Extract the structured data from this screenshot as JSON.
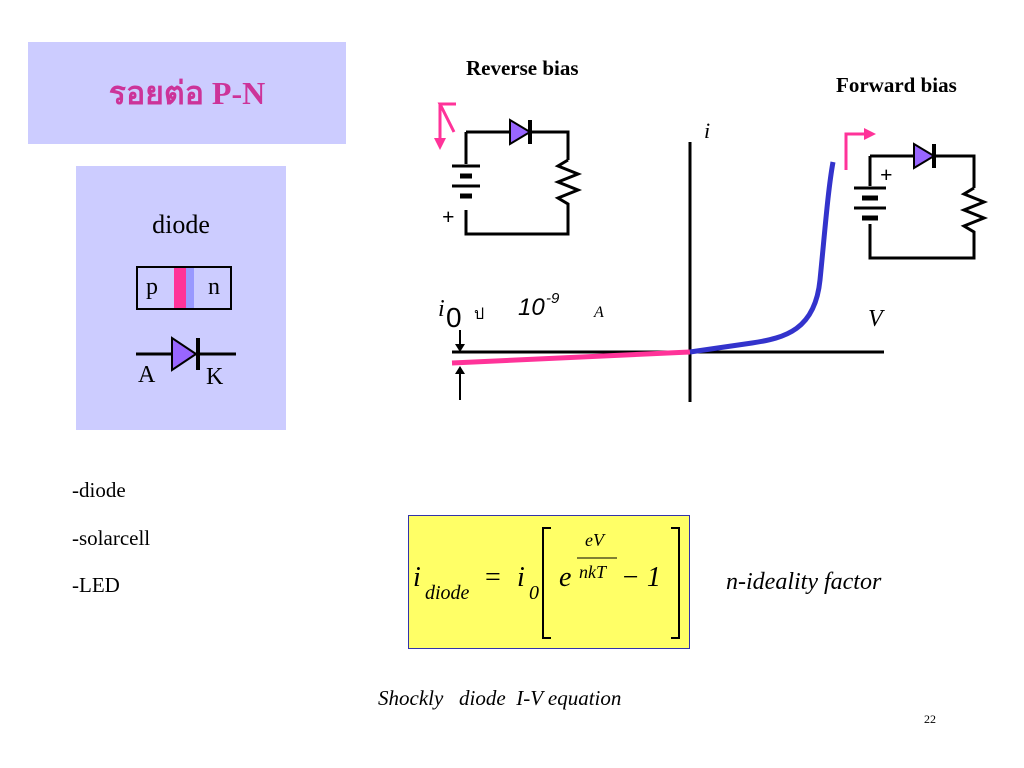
{
  "title": "รอยต่อ P-N",
  "diode_panel": {
    "label": "diode",
    "p_label": "p",
    "n_label": "n",
    "anode_label": "A",
    "cathode_label": "K"
  },
  "bullets": [
    "-diode",
    "-solarcell",
    "-LED"
  ],
  "reverse_bias_label": "Reverse bias",
  "forward_bias_label": "Forward  bias",
  "graph": {
    "i_axis_label": "i",
    "v_axis_label": "V",
    "i0_main": "i",
    "i0_sub": "0",
    "i0_mid": "ป",
    "i0_value_base": "10",
    "i0_value_exp": "-9",
    "i0_unit": "A"
  },
  "plus_sign": "+",
  "formula": {
    "lhs_i": "i",
    "lhs_sub": "diode",
    "equals": "=",
    "rhs_i": "i",
    "rhs_sub": "0",
    "e": "e",
    "exp_num": "eV",
    "exp_den": "nkT",
    "minus_one": "− 1"
  },
  "ideality_note": "n-ideality factor",
  "caption": "Shockly   diode  I-V equation",
  "page_number": "22",
  "colors": {
    "panel_bg": "#ccccff",
    "title": "#cc3399",
    "pink": "#ff3399",
    "blue_curve": "#3333cc",
    "diode_fill": "#9966ff",
    "formula_bg": "#ffff66"
  }
}
